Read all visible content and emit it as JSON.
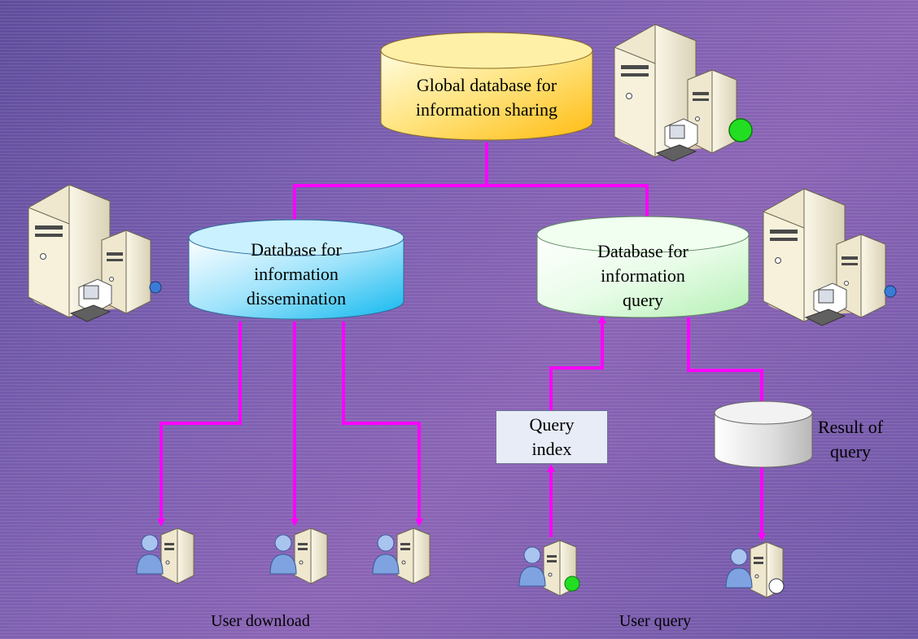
{
  "title": "",
  "colors": {
    "arrow": "#ff00ff",
    "global_db": "#ffc820",
    "dissemination_db": "#22c0f0",
    "query_db": "#c8f5c8",
    "result_db": "#cfcfcf",
    "status_dot": "#22dd22"
  },
  "nodes": {
    "global_db": {
      "label": "Global database for\ninformation sharing"
    },
    "dissemination_db": {
      "label": "Database for\ninformation\ndissemination"
    },
    "query_db": {
      "label": "Database for\ninformation\nquery"
    },
    "query_index": {
      "label": "Query\nindex"
    },
    "result_db": {
      "label": "Result of\nquery"
    }
  },
  "icons": {
    "main_server": "server-tower-icon",
    "user_workstation": "user-workstation-icon"
  },
  "captions": {
    "download": "User download",
    "query": "User query"
  }
}
